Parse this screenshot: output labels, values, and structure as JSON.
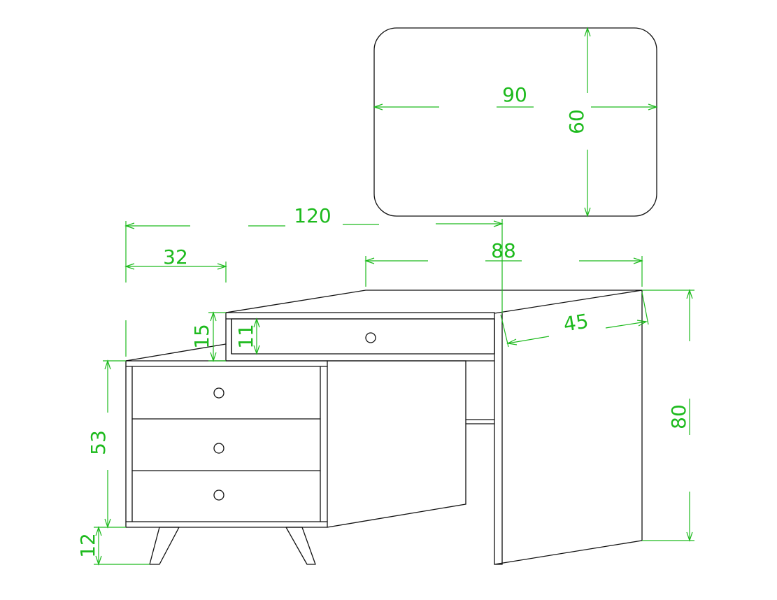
{
  "colors": {
    "dimension": "#1DBA1D",
    "outline": "#111111",
    "background": "#ffffff"
  },
  "dimensions": {
    "mirror_width": "90",
    "mirror_height": "60",
    "total_width": "120",
    "drawer_unit_width": "32",
    "top_width": "88",
    "top_depth": "45",
    "upper_height": "15",
    "drawer_height": "11",
    "cabinet_height": "53",
    "leg_height": "12",
    "total_height": "80"
  }
}
